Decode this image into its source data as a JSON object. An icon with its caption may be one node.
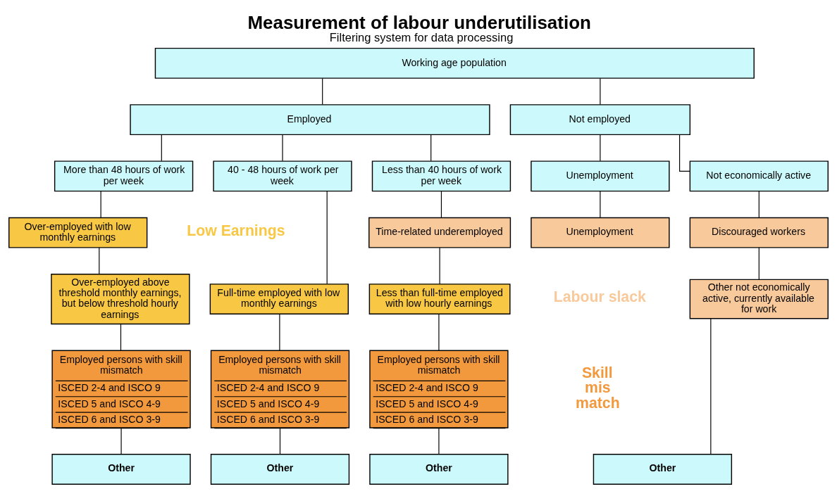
{
  "diagram": {
    "title": "Measurement of labour underutilisation",
    "caption": "Filtering system for data processing",
    "nodes": [
      {
        "text": [
          "Working age population"
        ]
      },
      {
        "text": [
          "Employed"
        ]
      },
      {
        "text": [
          "Not employed"
        ]
      },
      {
        "text": [
          "More than 48 hours of work per week"
        ]
      },
      {
        "text": [
          "40 - 48 hours of work per week"
        ]
      },
      {
        "text": [
          "Less than 40 hours of work per week"
        ]
      },
      {
        "text": [
          "Unemployment"
        ]
      },
      {
        "text": [
          "Not economically active"
        ]
      },
      {
        "text": [
          "Over-employed with low monthly earnings"
        ]
      },
      {
        "text": [
          "Time-related underemployed"
        ]
      },
      {
        "text": [
          "Unemployment"
        ]
      },
      {
        "text": [
          "Discouraged workers"
        ]
      },
      {
        "text": [
          "Over-employed above threshold monthly earnings, but below threshold hourly earnings"
        ]
      },
      {
        "text": [
          "Full-time employed with low monthly earnings"
        ]
      },
      {
        "text": [
          "Less than full-time employed with low hourly earnings"
        ]
      },
      {
        "text": [
          "Other not economically active, currently available for work"
        ]
      },
      {
        "text": [
          "Employed persons with skill mismatch",
          "ISCED 2-4 and ISCO 9",
          "ISCED 5 and ISCO 4-9",
          "ISCED 6 and ISCO 3-9"
        ]
      },
      {
        "text": [
          "Employed persons with skill mismatch",
          "ISCED 2-4 and ISCO 9",
          "ISCED 5 and ISCO 4-9",
          "ISCED 6 and ISCO 3-9"
        ]
      },
      {
        "text": [
          "Employed persons with skill mismatch",
          "ISCED 2-4 and ISCO 9",
          "ISCED 5 and ISCO 4-9",
          "ISCED 6 and ISCO 3-9"
        ]
      },
      {
        "text": [
          "Other"
        ]
      },
      {
        "text": [
          "Other"
        ]
      },
      {
        "text": [
          "Other"
        ]
      },
      {
        "text": [
          "Other"
        ]
      }
    ],
    "edges": [
      {
        "from": 0,
        "to": 1,
        "arrow": "none"
      },
      {
        "from": 0,
        "to": 2,
        "arrow": "none"
      },
      {
        "from": 1,
        "to": 3,
        "arrow": "none"
      },
      {
        "from": 1,
        "to": 4,
        "arrow": "none"
      },
      {
        "from": 1,
        "to": 5,
        "arrow": "none"
      },
      {
        "from": 2,
        "to": 6,
        "arrow": "none"
      },
      {
        "from": 2,
        "to": 7,
        "arrow": "none"
      },
      {
        "from": 3,
        "to": 8,
        "arrow": "none"
      },
      {
        "from": 8,
        "to": 12,
        "arrow": "none"
      },
      {
        "from": 12,
        "to": 16,
        "arrow": "none"
      },
      {
        "from": 16,
        "to": 19,
        "arrow": "none"
      },
      {
        "from": 4,
        "to": 13,
        "arrow": "none"
      },
      {
        "from": 13,
        "to": 17,
        "arrow": "none"
      },
      {
        "from": 17,
        "to": 20,
        "arrow": "none"
      },
      {
        "from": 5,
        "to": 9,
        "arrow": "none"
      },
      {
        "from": 9,
        "to": 14,
        "arrow": "none"
      },
      {
        "from": 14,
        "to": 18,
        "arrow": "none"
      },
      {
        "from": 18,
        "to": 21,
        "arrow": "none"
      },
      {
        "from": 6,
        "to": 10,
        "arrow": "none"
      },
      {
        "from": 7,
        "to": 11,
        "arrow": "none"
      },
      {
        "from": 11,
        "to": 15,
        "arrow": "none"
      },
      {
        "from": 15,
        "to": 22,
        "arrow": "none"
      }
    ],
    "labels": [
      "Low Earnings",
      "Labour slack",
      "Skill mis match"
    ]
  }
}
